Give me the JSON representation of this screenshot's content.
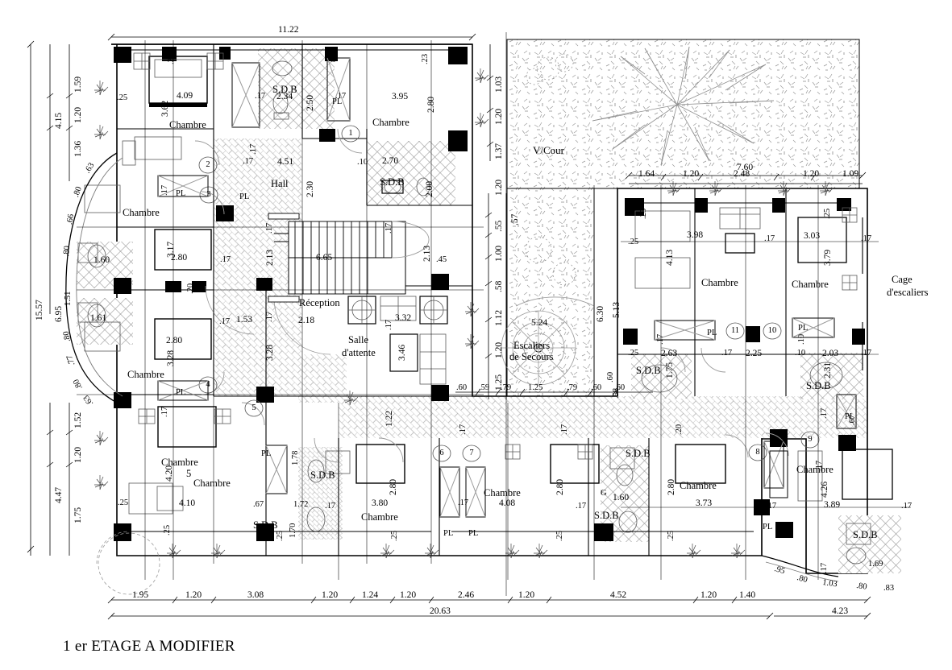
{
  "drawing": {
    "title": "1 er ETAGE  A MODIFIER",
    "type": "architectural-floor-plan",
    "units": "meters"
  },
  "rooms": {
    "chambre": "Chambre",
    "sdb": "S.D.B",
    "hall": "Hall",
    "reception": "Réception",
    "salle_attente_1": "Salle",
    "salle_attente_2": "d'attente",
    "cour": "V/Cour",
    "escaliers_1": "Escaliers",
    "escaliers_2": "de Secours",
    "cage_1": "Cage",
    "cage_2": "d'escaliers",
    "pl": "PL",
    "g": "G",
    "chambre5_num": "5"
  },
  "room_numbers": [
    "1",
    "2",
    "3",
    "4",
    "5",
    "6",
    "7",
    "8",
    "9",
    "10",
    "11"
  ],
  "dimensions": {
    "top_overall": "11.22",
    "right_top_overall": "7.60",
    "bottom_overall": "20.63",
    "bottom_right": "4.23",
    "left_overall": "15.57",
    "left_upper": "4.15",
    "left_mid": "6.95",
    "left_lower": "4.47",
    "top_chain": [
      "1.64",
      "1.20",
      "2.48",
      "1.20",
      "1.09"
    ],
    "bottom_chain": [
      "1.95",
      "1.20",
      "3.08",
      "1.20",
      "1.24",
      "1.20",
      "2.46",
      "1.20",
      "4.52",
      "1.20",
      "1.40"
    ],
    "left_chain_upper": [
      "1.59",
      "1.20",
      "1.36"
    ],
    "left_chain_lower": [
      "1.52",
      "1.20",
      "1.75"
    ],
    "left_curve_upper": [
      ".63",
      ".80",
      ".66",
      ".80",
      "1.51"
    ],
    "left_curve_lower": [
      ".80",
      ".77",
      ".80",
      ".63"
    ],
    "right_chain": [
      "1.03",
      "1.20",
      "1.37",
      "1.20"
    ],
    "center_chain": [
      ".57",
      ".55",
      "1.00",
      ".58",
      "1.12",
      "1.20",
      "1.25"
    ],
    "court_depth": "6.30",
    "court_width": "5.24",
    "right_depth": "5.13",
    "stair_chain": [
      ".60",
      ".59",
      ".79",
      "1.25",
      ".79",
      ".60",
      ".58",
      ".60"
    ],
    "corner_curve": [
      ".95",
      ".80",
      "1.03",
      ".80",
      ".83"
    ]
  },
  "room_dims": {
    "r1_bed_w": "4.09",
    "r1_bed_h": "3.62",
    "r1_bed_t": ".23",
    "r1b_w": "3.95",
    "r1b_h": "2.80",
    "sdb_top_w": "2.34",
    "sdb_top_h": "2.50",
    "sdb_r1_w": "2.70",
    "sdb_r1_h": "2.00",
    "hall_w": "4.51",
    "hall_h": "2.30",
    "stair_len": "6.65",
    "hall_v1": "2.13",
    "hall_v2": "2.13",
    "hall_v3": "2.13",
    "r3_w": "2.80",
    "r3_h": "3.17",
    "r4_w": "2.80",
    "r4_h": "3.28",
    "sdb_l1": "1.60",
    "sdb_l2": "1.61",
    "reception": "2.18",
    "salle_w": "3.32",
    "salle_h": "3.46",
    "corr_w": "1.53",
    "corr_h": "3.28",
    "corr_v": "1.22",
    "r5_w": "4.10",
    "r5_h": "4.20",
    "sdb5_a": ".67",
    "sdb5_b": "1.78",
    "sdb5_c": "1.72",
    "sdb5_d": "1.70",
    "r6_w": "3.80",
    "r6_h": "2.80",
    "r7_w": "4.08",
    "r7_h": "2.80",
    "sdb67": "1.60",
    "r_bot_w": "3.73",
    "r11_w": "3.98",
    "r11_h": "4.13",
    "r10_w": "3.03",
    "r10_h": "3.79",
    "sdb11_w": "2.63",
    "sdb11_h": "1.75",
    "corr_r": "2.25",
    "sdb10_w": "2.03",
    "sdb10_h": "2.31",
    "r9_w": "3.89",
    "r9_h": "4.26",
    "sdb9": "1.69",
    "wall_17": ".17",
    "wall_25": ".25",
    "wall_20": ".20",
    "wall_10": ".10",
    "wall_45": ".45",
    "wall_60": ".60"
  },
  "colors": {
    "line": "#000000",
    "hatch": "#7a7a7a",
    "furniture": "#9a9a9a",
    "veg": "#8c8c8c",
    "paper": "#ffffff"
  }
}
